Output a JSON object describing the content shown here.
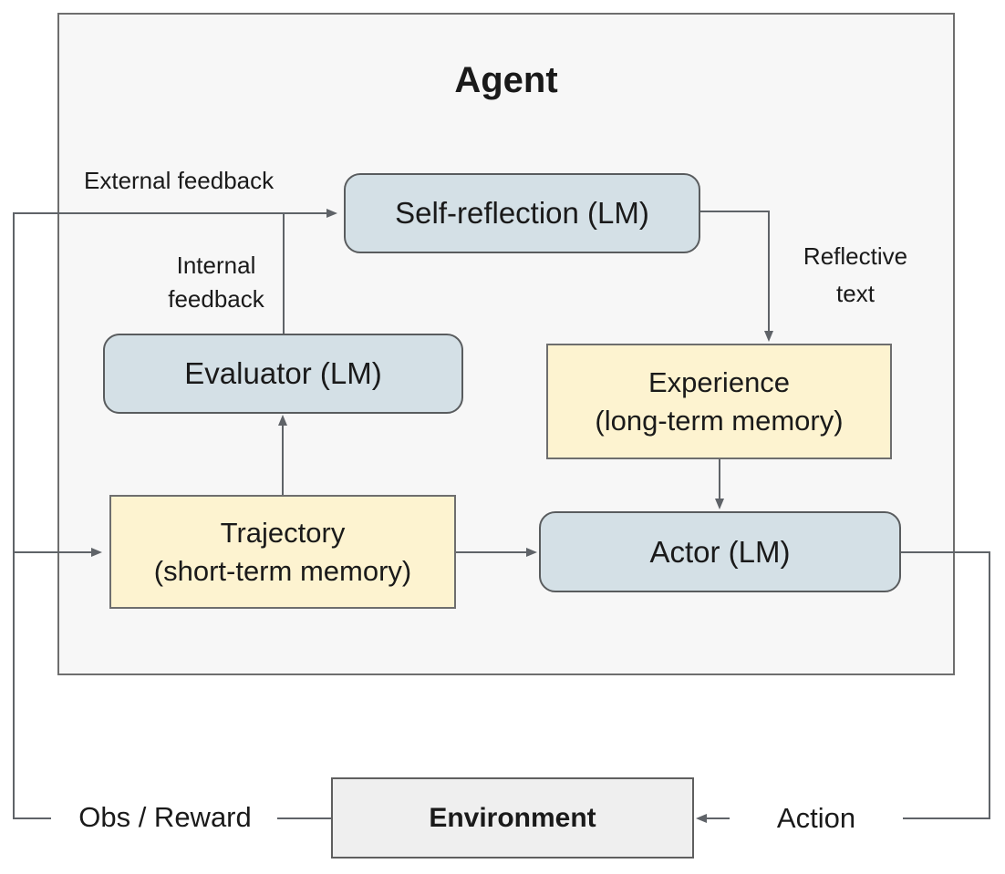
{
  "diagram": {
    "agent_title": "Agent",
    "nodes": {
      "self_reflection": {
        "label": "Self-reflection (LM)",
        "type": "lm"
      },
      "evaluator": {
        "label": "Evaluator (LM)",
        "type": "lm"
      },
      "actor": {
        "label": "Actor (LM)",
        "type": "lm"
      },
      "experience": {
        "title": "Experience",
        "subtitle": "(long-term memory)",
        "type": "memory"
      },
      "trajectory": {
        "title": "Trajectory",
        "subtitle": "(short-term memory)",
        "type": "memory"
      },
      "environment": {
        "label": "Environment"
      }
    },
    "edge_labels": {
      "external_feedback": "External feedback",
      "internal_feedback": "Internal feedback",
      "reflective_text": "Reflective text",
      "obs_reward": "Obs / Reward",
      "action": "Action"
    },
    "colors": {
      "lm_node_fill": "#d4e0e6",
      "memory_node_fill": "#fdf3d0",
      "agent_box_fill": "#f7f7f7",
      "environment_fill": "#efefef",
      "connector": "#5f6368",
      "node_border": "#5a5d60",
      "text": "#1a1a1a"
    }
  }
}
